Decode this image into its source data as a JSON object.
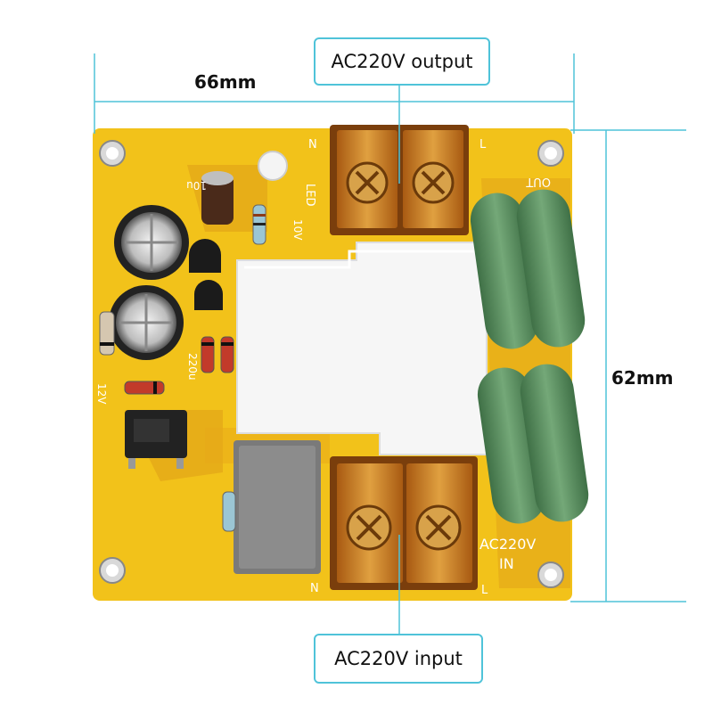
{
  "labels": {
    "output_callout": "AC220V output",
    "input_callout": "AC220V input",
    "width_dim": "66mm",
    "height_dim": "62mm"
  },
  "board": {
    "silkscreen": {
      "out_label": "OUT",
      "in_label_top": "AC220V",
      "in_label_bottom": "IN",
      "led_label": "LED",
      "cap_label": "10u",
      "volt_label": "10V",
      "volt12_label": "12V",
      "cap220_label": "220u",
      "n_top": "N",
      "l_top": "L",
      "n_bottom": "N",
      "l_bottom": "L"
    }
  },
  "colors": {
    "pcb": "#f2c21a",
    "pcb_dark": "#d89a12",
    "relay": "#f4f4f4",
    "terminal": "#c8781e",
    "resistor": "#5f8f62",
    "callout_border": "#4fc3d9",
    "dim_line": "#4fc3d9"
  }
}
